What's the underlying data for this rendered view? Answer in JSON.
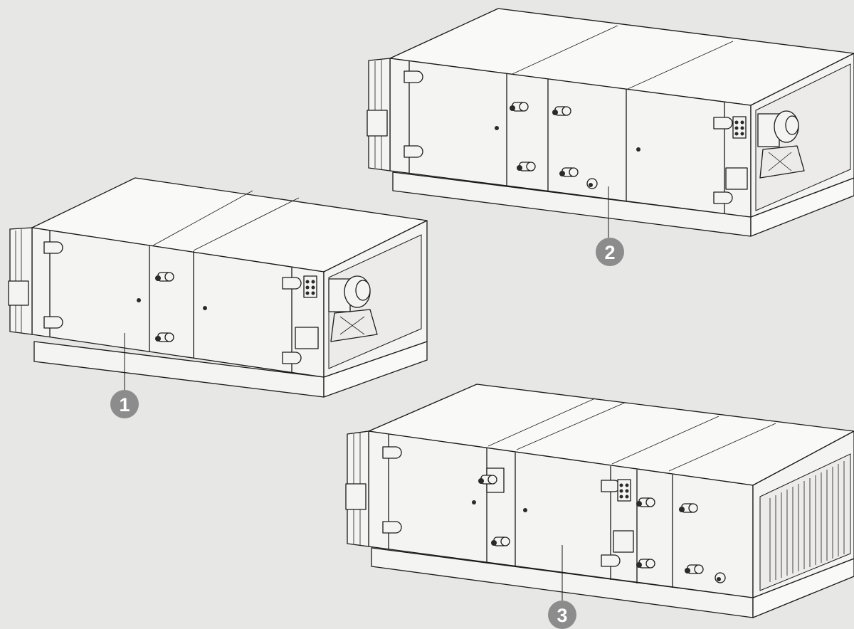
{
  "diagram": {
    "background": "#e7e7e6",
    "line_color": "#1a1a1a",
    "callout_color": "#8c8c8c",
    "units": [
      {
        "callout": "1",
        "icon": "air-handling-unit-compact"
      },
      {
        "callout": "2",
        "icon": "air-handling-unit-medium"
      },
      {
        "callout": "3",
        "icon": "air-handling-unit-large"
      }
    ]
  }
}
